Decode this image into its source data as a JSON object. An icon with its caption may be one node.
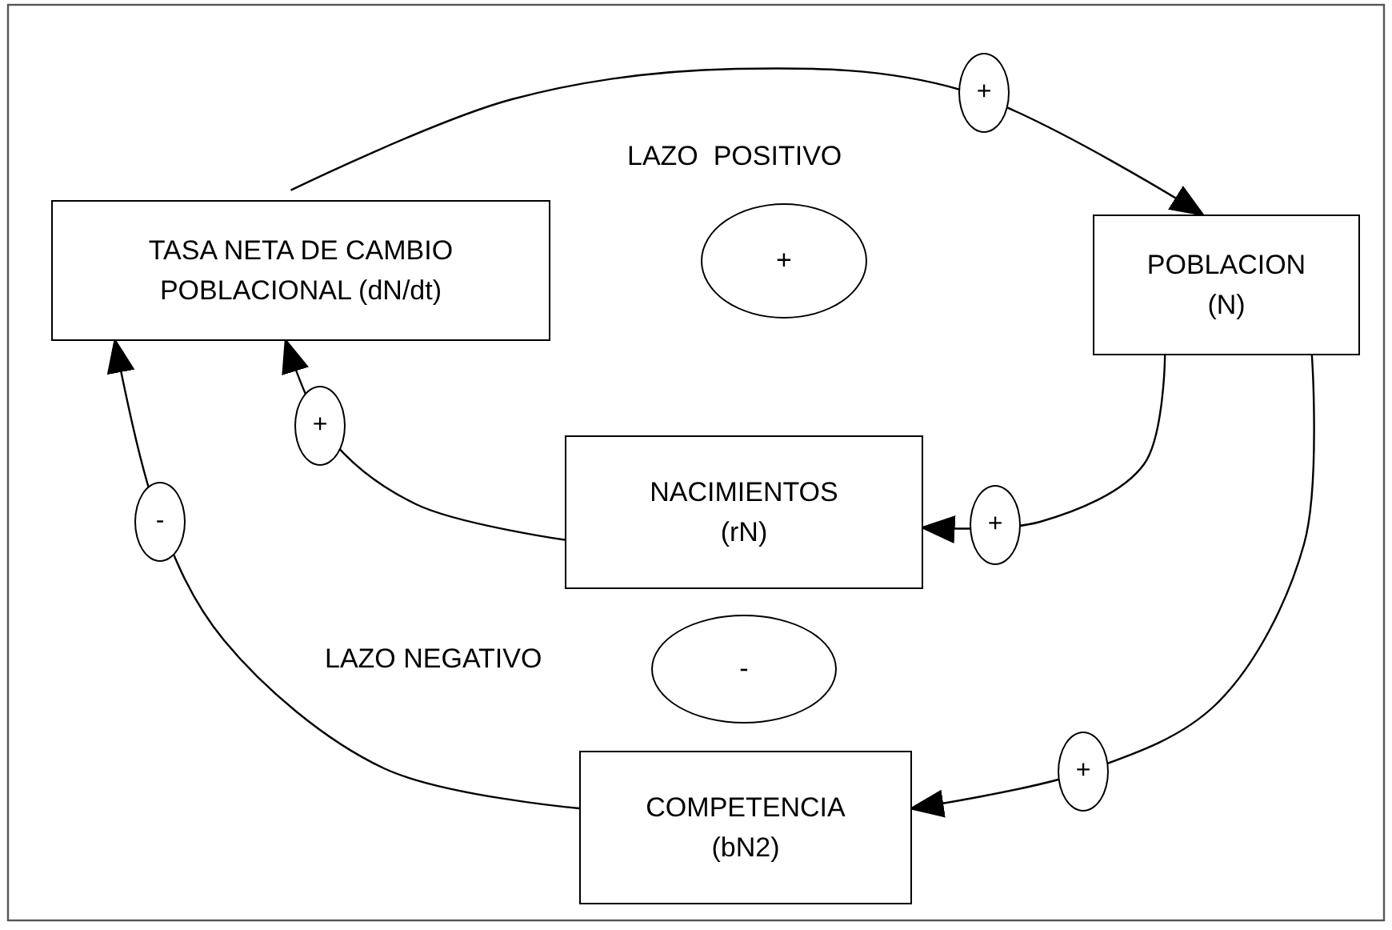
{
  "diagram": {
    "nodes": [
      {
        "text": [
          "TASA NETA DE CAMBIO POBLACIONAL (dN/dt)"
        ]
      },
      {
        "text": [
          "POBLACION (N)"
        ]
      },
      {
        "text": [
          "NACIMIENTOS (rN)"
        ]
      },
      {
        "text": [
          "COMPETENCIA (bN2)"
        ]
      },
      {
        "text": [
          "+"
        ]
      },
      {
        "text": [
          "-"
        ]
      }
    ],
    "labels": [
      "LAZO  POSITIVO",
      "LAZO NEGATIVO"
    ],
    "edges": [
      {
        "from": 0,
        "to": 1,
        "arrow": "to",
        "label": "+"
      },
      {
        "from": 1,
        "to": 2,
        "arrow": "to",
        "label": "+"
      },
      {
        "from": 2,
        "to": 0,
        "arrow": "to",
        "label": "+"
      },
      {
        "from": 1,
        "to": 3,
        "arrow": "to",
        "label": "+"
      },
      {
        "from": 3,
        "to": 0,
        "arrow": "to",
        "label": "-"
      }
    ]
  }
}
